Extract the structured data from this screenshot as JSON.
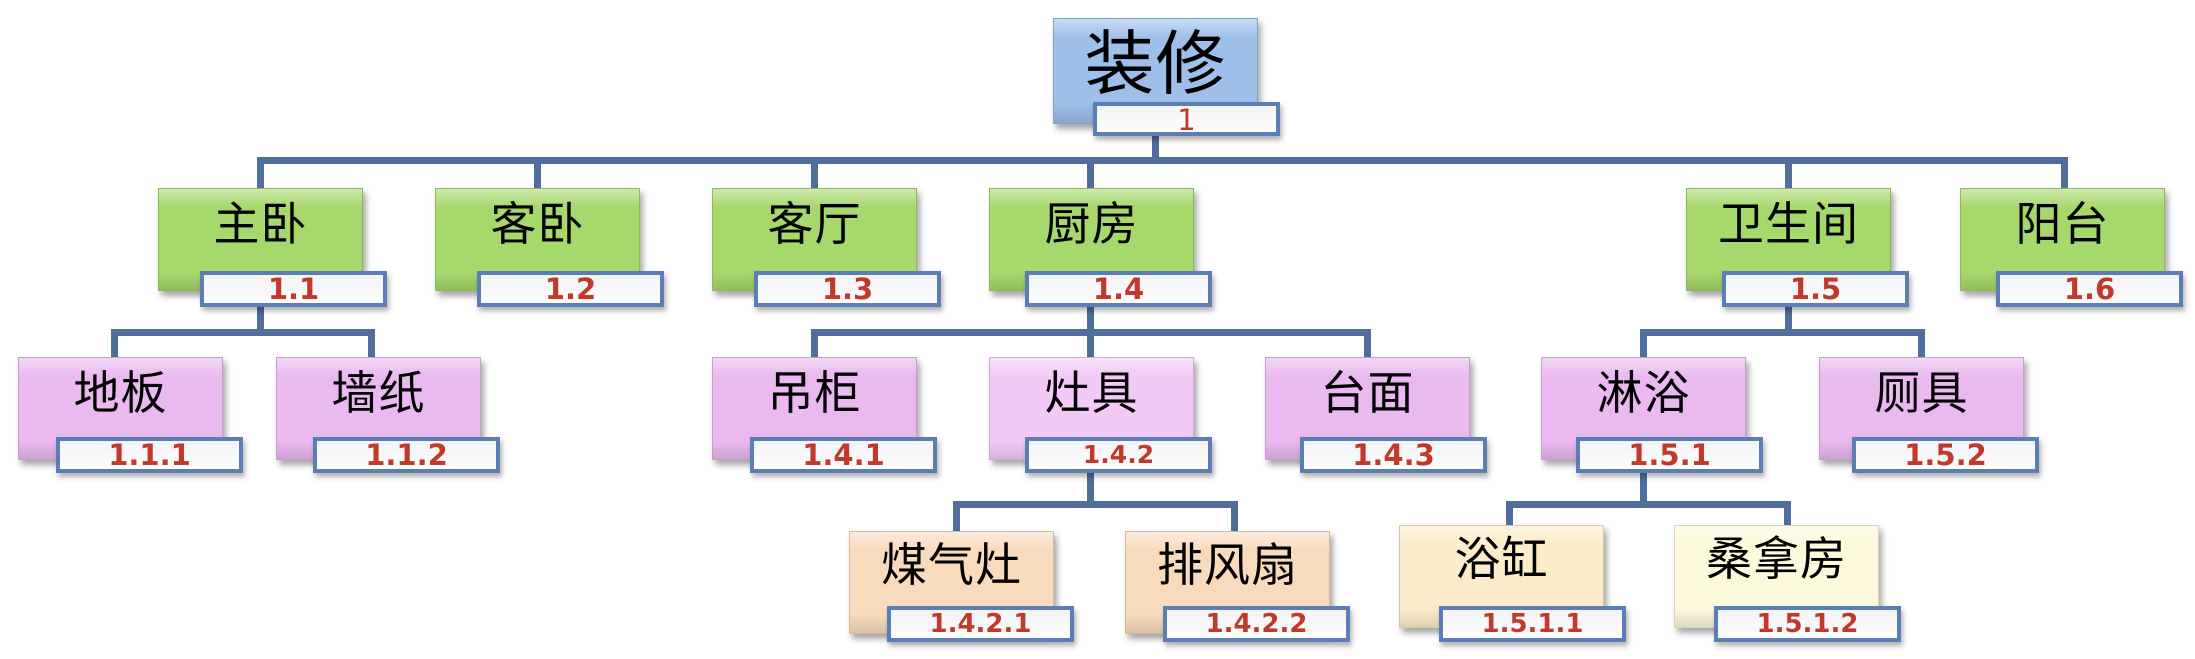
{
  "colors": {
    "root": "#9dbfe9",
    "level1": "#a7d86c",
    "level2": "#e9b9ef",
    "level2_highlight": "#f3caf6",
    "level3": "#f8dbbd",
    "level3_light": "#fcecc9",
    "level3_lighter": "#fdf9dd",
    "connector": "#4f6e9b",
    "code_text": "#c0392b",
    "code_border": "#5b7fb5"
  },
  "root": {
    "name": "装修",
    "code": "1"
  },
  "level1": [
    {
      "name": "主卧",
      "code": "1.1"
    },
    {
      "name": "客卧",
      "code": "1.2"
    },
    {
      "name": "客厅",
      "code": "1.3"
    },
    {
      "name": "厨房",
      "code": "1.4"
    },
    {
      "name": "卫生间",
      "code": "1.5"
    },
    {
      "name": "阳台",
      "code": "1.6"
    }
  ],
  "level2": [
    {
      "name": "地板",
      "code": "1.1.1"
    },
    {
      "name": "墙纸",
      "code": "1.1.2"
    },
    {
      "name": "吊柜",
      "code": "1.4.1"
    },
    {
      "name": "灶具",
      "code": "1.4.2"
    },
    {
      "name": "台面",
      "code": "1.4.3"
    },
    {
      "name": "淋浴",
      "code": "1.5.1"
    },
    {
      "name": "厕具",
      "code": "1.5.2"
    }
  ],
  "level3": [
    {
      "name": "煤气灶",
      "code": "1.4.2.1"
    },
    {
      "name": "排风扇",
      "code": "1.4.2.2"
    },
    {
      "name": "浴缸",
      "code": "1.5.1.1"
    },
    {
      "name": "桑拿房",
      "code": "1.5.1.2"
    }
  ]
}
